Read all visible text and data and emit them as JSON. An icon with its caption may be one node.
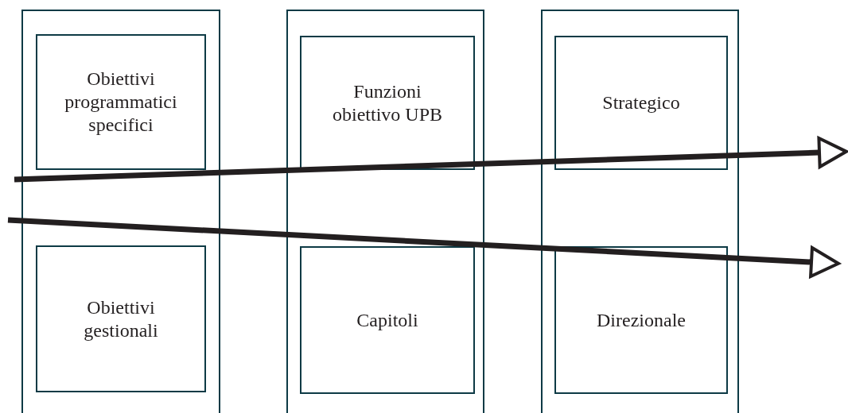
{
  "diagram": {
    "nodes": [
      {
        "text": [],
        "shape": "box"
      },
      {
        "text": [
          "Obiettivi programmatici specifici"
        ],
        "in": 0
      },
      {
        "text": [
          "Obiettivi gestionali"
        ],
        "in": 0
      },
      {
        "text": [],
        "shape": "box"
      },
      {
        "text": [
          "Funzioni obiettivo UPB"
        ],
        "in": 3
      },
      {
        "text": [
          "Capitoli"
        ],
        "in": 3
      },
      {
        "text": [],
        "shape": "box"
      },
      {
        "text": [
          "Strategico"
        ],
        "in": 6
      },
      {
        "text": [
          "Direzionale"
        ],
        "in": 6
      }
    ]
  }
}
